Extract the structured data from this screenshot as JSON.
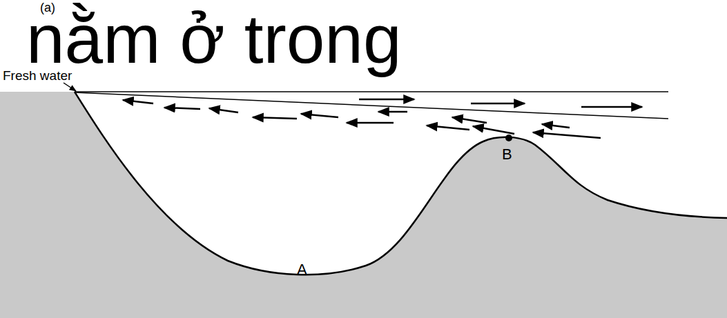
{
  "diagram": {
    "labels": [
      "(a)",
      "nằm ở trong",
      "Fresh water",
      "A",
      "B"
    ]
  }
}
